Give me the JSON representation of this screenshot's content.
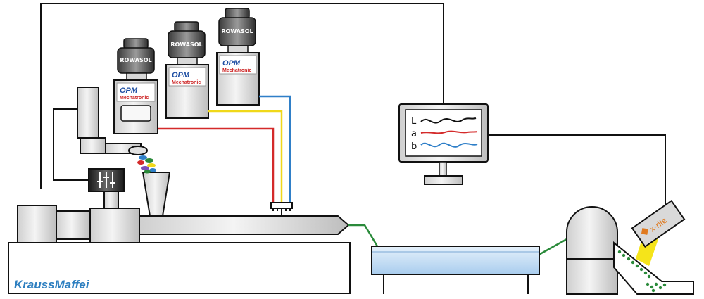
{
  "labels": {
    "dosing_brand": "ROWASOL",
    "dosing_logo": "OPM",
    "dosing_subbrand": "Mechatronic",
    "monitor_l": "L",
    "monitor_a": "a",
    "monitor_b": "b",
    "extruder_brand": "KraussMaffei",
    "sensor_brand": "x-rite"
  },
  "colors": {
    "outline": "#111111",
    "dosing_line_1": "#d42a2a",
    "dosing_line_2": "#f0d81a",
    "dosing_line_3": "#2f7fc8",
    "strand": "#2a8a3a",
    "water_bath": "#bcd8f0",
    "sensor_beam": "#f5e41a",
    "brand_blue": "#2d7fc0",
    "sensor_orange": "#e07a1f"
  }
}
